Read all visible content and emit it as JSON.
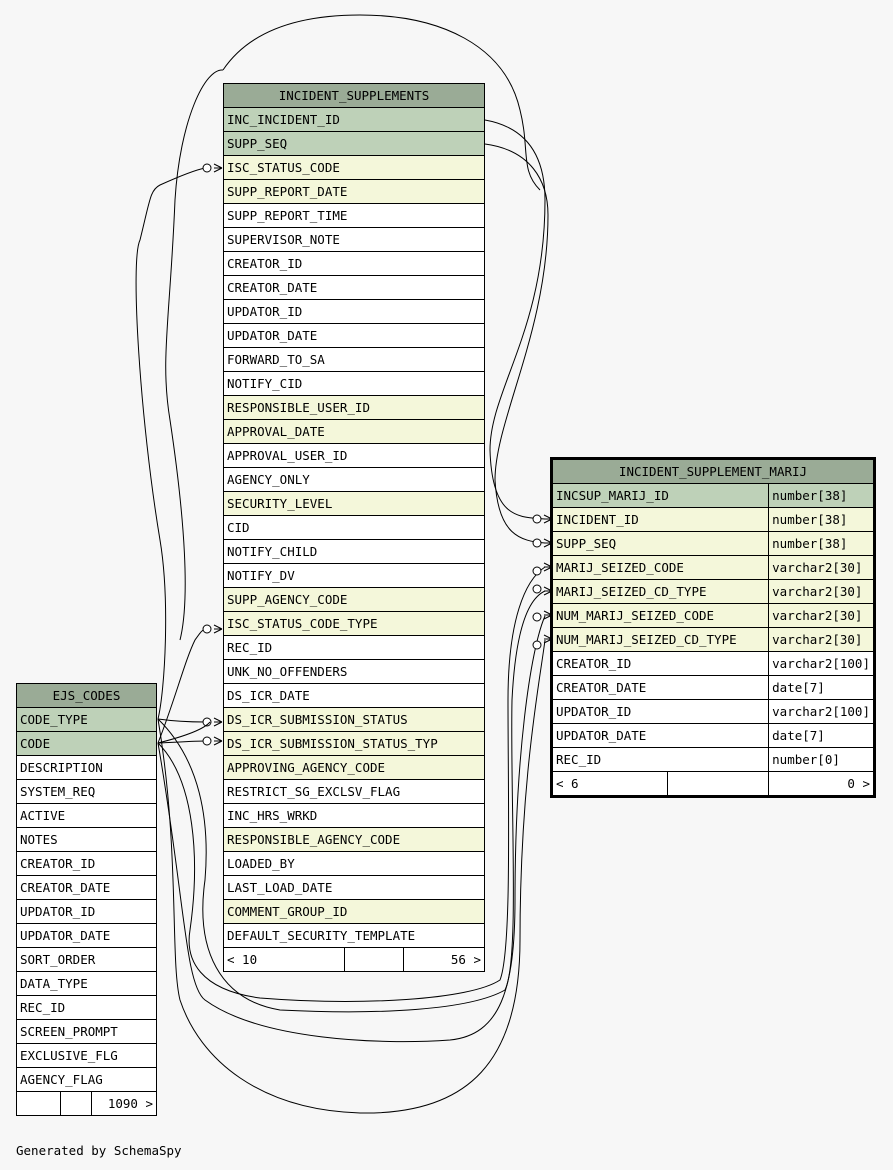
{
  "tables": {
    "incident_supplements": {
      "name": "INCIDENT_SUPPLEMENTS",
      "columns": [
        {
          "name": "INC_INCIDENT_ID",
          "kind": "pk"
        },
        {
          "name": "SUPP_SEQ",
          "kind": "pk"
        },
        {
          "name": "ISC_STATUS_CODE",
          "kind": "fk"
        },
        {
          "name": "SUPP_REPORT_DATE",
          "kind": "fk"
        },
        {
          "name": "SUPP_REPORT_TIME",
          "kind": "plain"
        },
        {
          "name": "SUPERVISOR_NOTE",
          "kind": "plain"
        },
        {
          "name": "CREATOR_ID",
          "kind": "plain"
        },
        {
          "name": "CREATOR_DATE",
          "kind": "plain"
        },
        {
          "name": "UPDATOR_ID",
          "kind": "plain"
        },
        {
          "name": "UPDATOR_DATE",
          "kind": "plain"
        },
        {
          "name": "FORWARD_TO_SA",
          "kind": "plain"
        },
        {
          "name": "NOTIFY_CID",
          "kind": "plain"
        },
        {
          "name": "RESPONSIBLE_USER_ID",
          "kind": "fk"
        },
        {
          "name": "APPROVAL_DATE",
          "kind": "fk"
        },
        {
          "name": "APPROVAL_USER_ID",
          "kind": "plain"
        },
        {
          "name": "AGENCY_ONLY",
          "kind": "plain"
        },
        {
          "name": "SECURITY_LEVEL",
          "kind": "fk"
        },
        {
          "name": "CID",
          "kind": "plain"
        },
        {
          "name": "NOTIFY_CHILD",
          "kind": "plain"
        },
        {
          "name": "NOTIFY_DV",
          "kind": "plain"
        },
        {
          "name": "SUPP_AGENCY_CODE",
          "kind": "fk"
        },
        {
          "name": "ISC_STATUS_CODE_TYPE",
          "kind": "fk"
        },
        {
          "name": "REC_ID",
          "kind": "plain"
        },
        {
          "name": "UNK_NO_OFFENDERS",
          "kind": "plain"
        },
        {
          "name": "DS_ICR_DATE",
          "kind": "plain"
        },
        {
          "name": "DS_ICR_SUBMISSION_STATUS",
          "kind": "fk"
        },
        {
          "name": "DS_ICR_SUBMISSION_STATUS_TYP",
          "kind": "fk"
        },
        {
          "name": "APPROVING_AGENCY_CODE",
          "kind": "fk"
        },
        {
          "name": "RESTRICT_SG_EXCLSV_FLAG",
          "kind": "plain"
        },
        {
          "name": "INC_HRS_WRKD",
          "kind": "plain"
        },
        {
          "name": "RESPONSIBLE_AGENCY_CODE",
          "kind": "fk"
        },
        {
          "name": "LOADED_BY",
          "kind": "plain"
        },
        {
          "name": "LAST_LOAD_DATE",
          "kind": "plain"
        },
        {
          "name": "COMMENT_GROUP_ID",
          "kind": "fk"
        },
        {
          "name": "DEFAULT_SECURITY_TEMPLATE",
          "kind": "plain"
        }
      ],
      "footer": {
        "left": "< 10",
        "middle": "",
        "right": "56 >"
      }
    },
    "ejs_codes": {
      "name": "EJS_CODES",
      "columns": [
        {
          "name": "CODE_TYPE",
          "kind": "pk"
        },
        {
          "name": "CODE",
          "kind": "pk"
        },
        {
          "name": "DESCRIPTION",
          "kind": "plain"
        },
        {
          "name": "SYSTEM_REQ",
          "kind": "plain"
        },
        {
          "name": "ACTIVE",
          "kind": "plain"
        },
        {
          "name": "NOTES",
          "kind": "plain"
        },
        {
          "name": "CREATOR_ID",
          "kind": "plain"
        },
        {
          "name": "CREATOR_DATE",
          "kind": "plain"
        },
        {
          "name": "UPDATOR_ID",
          "kind": "plain"
        },
        {
          "name": "UPDATOR_DATE",
          "kind": "plain"
        },
        {
          "name": "SORT_ORDER",
          "kind": "plain"
        },
        {
          "name": "DATA_TYPE",
          "kind": "plain"
        },
        {
          "name": "REC_ID",
          "kind": "plain"
        },
        {
          "name": "SCREEN_PROMPT",
          "kind": "plain"
        },
        {
          "name": "EXCLUSIVE_FLG",
          "kind": "plain"
        },
        {
          "name": "AGENCY_FLAG",
          "kind": "plain"
        }
      ],
      "footer": {
        "left": "",
        "middle": "",
        "right": "1090 >"
      }
    },
    "incident_supplement_marij": {
      "name": "INCIDENT_SUPPLEMENT_MARIJ",
      "columns": [
        {
          "name": "INCSUP_MARIJ_ID",
          "type": "number[38]",
          "kind": "pk"
        },
        {
          "name": "INCIDENT_ID",
          "type": "number[38]",
          "kind": "fk"
        },
        {
          "name": "SUPP_SEQ",
          "type": "number[38]",
          "kind": "fk"
        },
        {
          "name": "MARIJ_SEIZED_CODE",
          "type": "varchar2[30]",
          "kind": "fk"
        },
        {
          "name": "MARIJ_SEIZED_CD_TYPE",
          "type": "varchar2[30]",
          "kind": "fk"
        },
        {
          "name": "NUM_MARIJ_SEIZED_CODE",
          "type": "varchar2[30]",
          "kind": "fk"
        },
        {
          "name": "NUM_MARIJ_SEIZED_CD_TYPE",
          "type": "varchar2[30]",
          "kind": "fk"
        },
        {
          "name": "CREATOR_ID",
          "type": "varchar2[100]",
          "kind": "plain"
        },
        {
          "name": "CREATOR_DATE",
          "type": "date[7]",
          "kind": "plain"
        },
        {
          "name": "UPDATOR_ID",
          "type": "varchar2[100]",
          "kind": "plain"
        },
        {
          "name": "UPDATOR_DATE",
          "type": "date[7]",
          "kind": "plain"
        },
        {
          "name": "REC_ID",
          "type": "number[0]",
          "kind": "plain"
        }
      ],
      "footer": {
        "left": "< 6",
        "middle": "",
        "right": "0 >"
      }
    }
  },
  "footer_text": "Generated by SchemaSpy"
}
